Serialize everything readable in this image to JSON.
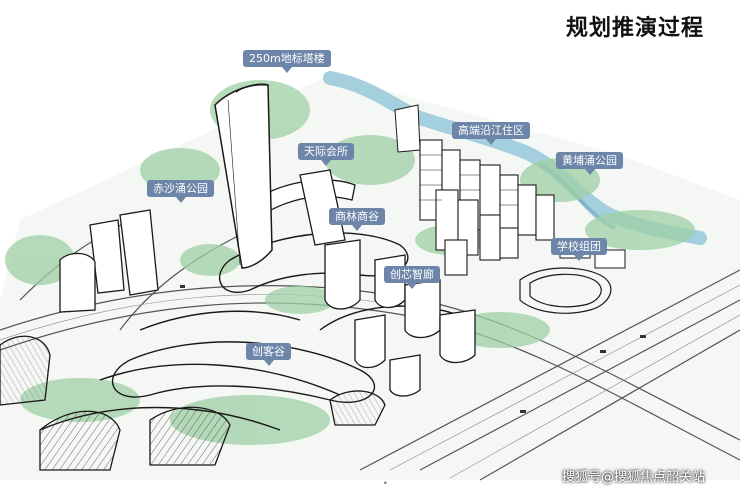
{
  "title": "规划推演过程",
  "labels": {
    "landmark_tower": "250m地标塔楼",
    "sky_hall": "天际会所",
    "residential_area": "高端沿江住区",
    "huangpu_park": "黄埔涌公园",
    "chisha_park": "赤沙涌公园",
    "commercial_valley": "商林商谷",
    "school_cluster": "学校组团",
    "creative_corridor": "创芯智廊",
    "creative_valley": "创客谷"
  },
  "watermark": "搜狐号@搜狐焦点韶关站",
  "page_marker": "•",
  "colors": {
    "tag_bg": "#6c85a8",
    "vegetation": "#9fd0a5",
    "river": "#8fc4d8",
    "ink": "#1a1a1a"
  }
}
